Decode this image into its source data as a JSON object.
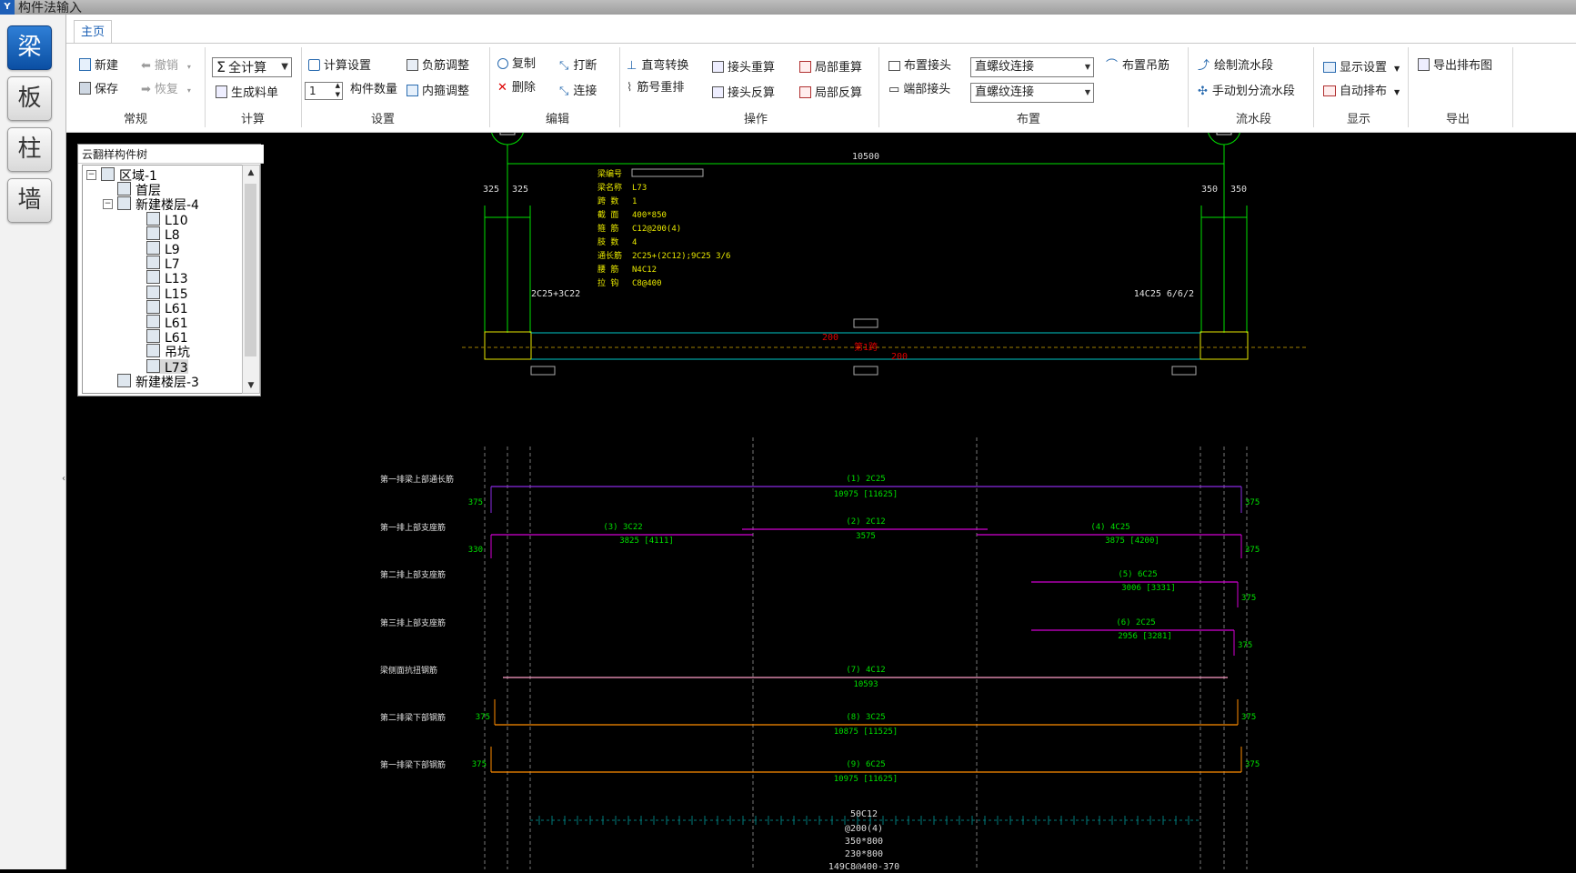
{
  "app": {
    "title": "构件法输入",
    "icon": "app-logo-icon"
  },
  "sidebar": {
    "items": [
      {
        "label": "梁",
        "active": true
      },
      {
        "label": "板",
        "active": false
      },
      {
        "label": "柱",
        "active": false
      },
      {
        "label": "墙",
        "active": false
      }
    ]
  },
  "ribbon": {
    "tab": "主页",
    "normal": {
      "new": "新建",
      "save": "保存",
      "undo": "撤销",
      "redo": "恢复",
      "group": "常规"
    },
    "calc": {
      "select": "全计算",
      "bom": "生成料单",
      "group": "计算"
    },
    "settings": {
      "calc_settings": "计算设置",
      "count_value": "1",
      "count_label": "构件数量",
      "neg_adjust": "负筋调整",
      "stirrup_adjust": "内箍调整",
      "group": "设置"
    },
    "edit": {
      "copy": "复制",
      "delete": "删除",
      "break": "打断",
      "connect": "连接",
      "group": "编辑"
    },
    "operate": {
      "bend": "直弯转换",
      "renumber": "筋号重排",
      "joint_recalc": "接头重算",
      "joint_reverse": "接头反算",
      "local_recalc": "局部重算",
      "local_reverse": "局部反算",
      "group": "操作"
    },
    "layout": {
      "place_joint": "布置接头",
      "end_joint": "端部接头",
      "joint_type1": "直螺纹连接",
      "joint_type2": "直螺纹连接",
      "hanger": "布置吊筋",
      "group": "布置"
    },
    "flow": {
      "draw": "绘制流水段",
      "manual": "手动划分流水段",
      "group": "流水段"
    },
    "display": {
      "settings": "显示设置",
      "auto": "自动排布",
      "group": "显示"
    },
    "export": {
      "layout_map": "导出排布图",
      "group": "导出"
    }
  },
  "tree": {
    "title": "云翻样构件树",
    "items": [
      {
        "label": "区域-1"
      },
      {
        "label": "首层"
      },
      {
        "label": "新建楼层-4"
      },
      {
        "label": "L10"
      },
      {
        "label": "L8"
      },
      {
        "label": "L9"
      },
      {
        "label": "L7"
      },
      {
        "label": "L13"
      },
      {
        "label": "L15"
      },
      {
        "label": "L61"
      },
      {
        "label": "L61"
      },
      {
        "label": "L61"
      },
      {
        "label": "吊坑"
      },
      {
        "label": "L73"
      },
      {
        "label": "新建楼层-3"
      }
    ]
  },
  "drawing": {
    "span_total": "10500",
    "left_dims": [
      "325",
      "325"
    ],
    "right_dims": [
      "350",
      "350"
    ],
    "info_labels": [
      "梁编号",
      "梁名称",
      "跨  数",
      "截  面",
      "箍  筋",
      "肢  数",
      "通长筋",
      "腰  筋",
      "拉  钩"
    ],
    "info_values": [
      "",
      "L73",
      "1",
      "400*850",
      "C12@200(4)",
      "4",
      "2C25+(2C12);9C25 3/6",
      "N4C12",
      "C8@400"
    ],
    "top_left_rebar": "2C25+3C22",
    "top_right_rebar": "14C25 6/6/2",
    "red_top": "200",
    "red_mid": "第1跨",
    "red_bot": "200",
    "rows": [
      {
        "label": "第一排梁上部通长筋",
        "spec": "(1) 2C25",
        "len": "10975 [11625]",
        "l_hook": "375",
        "r_hook": "375"
      },
      {
        "label": "第一排上部支座筋",
        "spec_l": "(3) 3C22",
        "len_l": "3825 [4111]",
        "spec_m": "(2) 2C12",
        "len_m": "3575",
        "spec_r": "(4) 4C25",
        "len_r": "3875 [4200]",
        "l_hook": "330",
        "r_hook": "375"
      },
      {
        "label": "第二排上部支座筋",
        "spec": "(5) 6C25",
        "len": "3006 [3331]",
        "r_hook": "375"
      },
      {
        "label": "第三排上部支座筋",
        "spec": "(6) 2C25",
        "len": "2956 [3281]",
        "r_hook": "375"
      },
      {
        "label": "梁侧面抗扭钢筋",
        "spec": "(7) 4C12",
        "len": "10593"
      },
      {
        "label": "第二排梁下部钢筋",
        "spec": "(8) 3C25",
        "len": "10875 [11525]",
        "l_hook": "375",
        "r_hook": "375"
      },
      {
        "label": "第一排梁下部钢筋",
        "spec": "(9) 6C25",
        "len": "10975 [11625]",
        "l_hook": "375",
        "r_hook": "375"
      }
    ],
    "stirrup": [
      "50C12",
      "@200(4)",
      "350*800",
      "230*800",
      "149C8@400-370"
    ]
  },
  "colors": {
    "accent": "#1a5fb4",
    "green": "#00e000",
    "yellow": "#e8e800",
    "magenta": "#d400d4",
    "purple": "#8a2be2",
    "orange": "#ff8c00",
    "cyan": "#00c8c8",
    "red": "#e00000"
  }
}
